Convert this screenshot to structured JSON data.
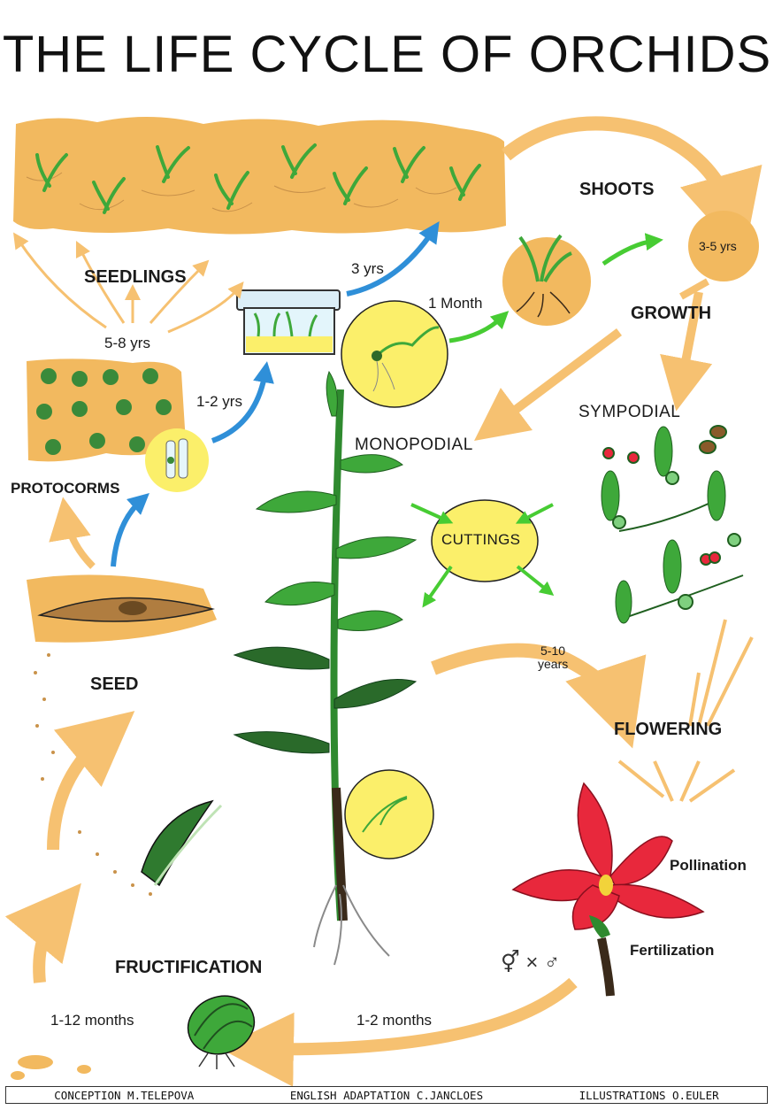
{
  "title": "THE LIFE CYCLE OF ORCHIDS",
  "stages": {
    "shoots": "SHOOTS",
    "seedlings": "SEEDLINGS",
    "growth": "GROWTH",
    "protocorms": "PROTOCORMS",
    "seed": "SEED",
    "flowering": "FLOWERING",
    "fructification": "FRUCTIFICATION",
    "pollination": "Pollination",
    "fertilization": "Fertilization"
  },
  "growth_modes": {
    "monopodial": "MONOPODIAL",
    "sympodial": "SYMPODIAL",
    "cuttings": "CUTTINGS"
  },
  "durations": {
    "three_yrs": "3 yrs",
    "one_month": "1 Month",
    "three_five_yrs": "3-5  yrs",
    "five_eight_yrs": "5-8 yrs",
    "one_two_yrs": "1-2 yrs",
    "five_ten": "5-10",
    "years": "years",
    "one_twelve_months": "1-12 months",
    "one_two_months": "1-2 months"
  },
  "symbols": {
    "cross": "⚥ × ♂"
  },
  "credits": {
    "conception": "CONCEPTION M.TELEPOVA",
    "adaptation": "ENGLISH ADAPTATION C.JANCLOES",
    "illustrations": "ILLUSTRATIONS O.EULER"
  },
  "colors": {
    "soil": "#f2b95f",
    "arrow_orange": "#f6c171",
    "arrow_blue": "#2f8fd8",
    "arrow_green": "#47cc33",
    "leaf": "#3ea83a",
    "circle_yellow": "#fbef6a",
    "flower_red": "#e8283c"
  }
}
